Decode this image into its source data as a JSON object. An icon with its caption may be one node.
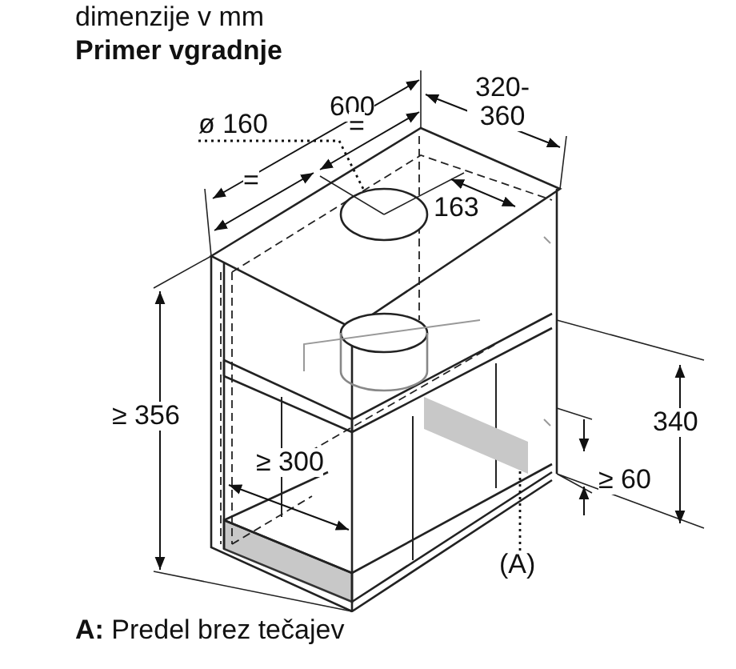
{
  "diagram": {
    "title": "Primer vgradnje",
    "caption": "**A:** Predel brez tečajev",
    "nodes": [
      {
        "text": [
          "ø 160"
        ]
      },
      {
        "text": [],
        "shape": "circle"
      },
      {
        "text": [
          "(A)"
        ]
      },
      {
        "text": [],
        "shape": "bar"
      }
    ],
    "edges": [
      {
        "from": 0,
        "to": 1,
        "arrow": "none",
        "style": "dashed"
      },
      {
        "from": 2,
        "to": 3,
        "arrow": "none",
        "style": "dashed"
      }
    ],
    "labels": [
      "dimenzije v mm",
      "600",
      "320- 360",
      "=",
      "=",
      "163",
      "≥ 356",
      "340",
      "≥ 300",
      "≥ 60"
    ]
  }
}
